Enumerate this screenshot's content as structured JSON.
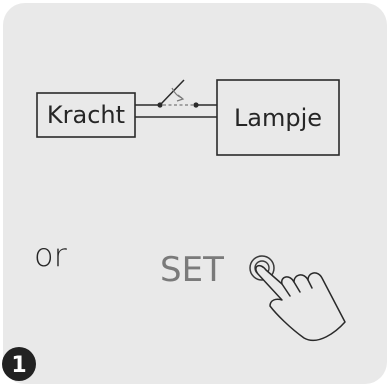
{
  "power_box": {
    "label": "Kracht"
  },
  "lamp_box": {
    "label": "Lampje"
  },
  "alternative": {
    "label": "or"
  },
  "set_button": {
    "label": "SET"
  },
  "step": {
    "number": "1"
  },
  "colors": {
    "card_background": "#e9e9e9",
    "line": "#2a2a2a",
    "switch_dash": "#7a7a7a",
    "set_text": "#7a7a7a",
    "badge": "#222222",
    "badge_text": "#ffffff"
  },
  "icons": [
    "switch-icon",
    "pointing-hand-icon",
    "step-badge"
  ]
}
